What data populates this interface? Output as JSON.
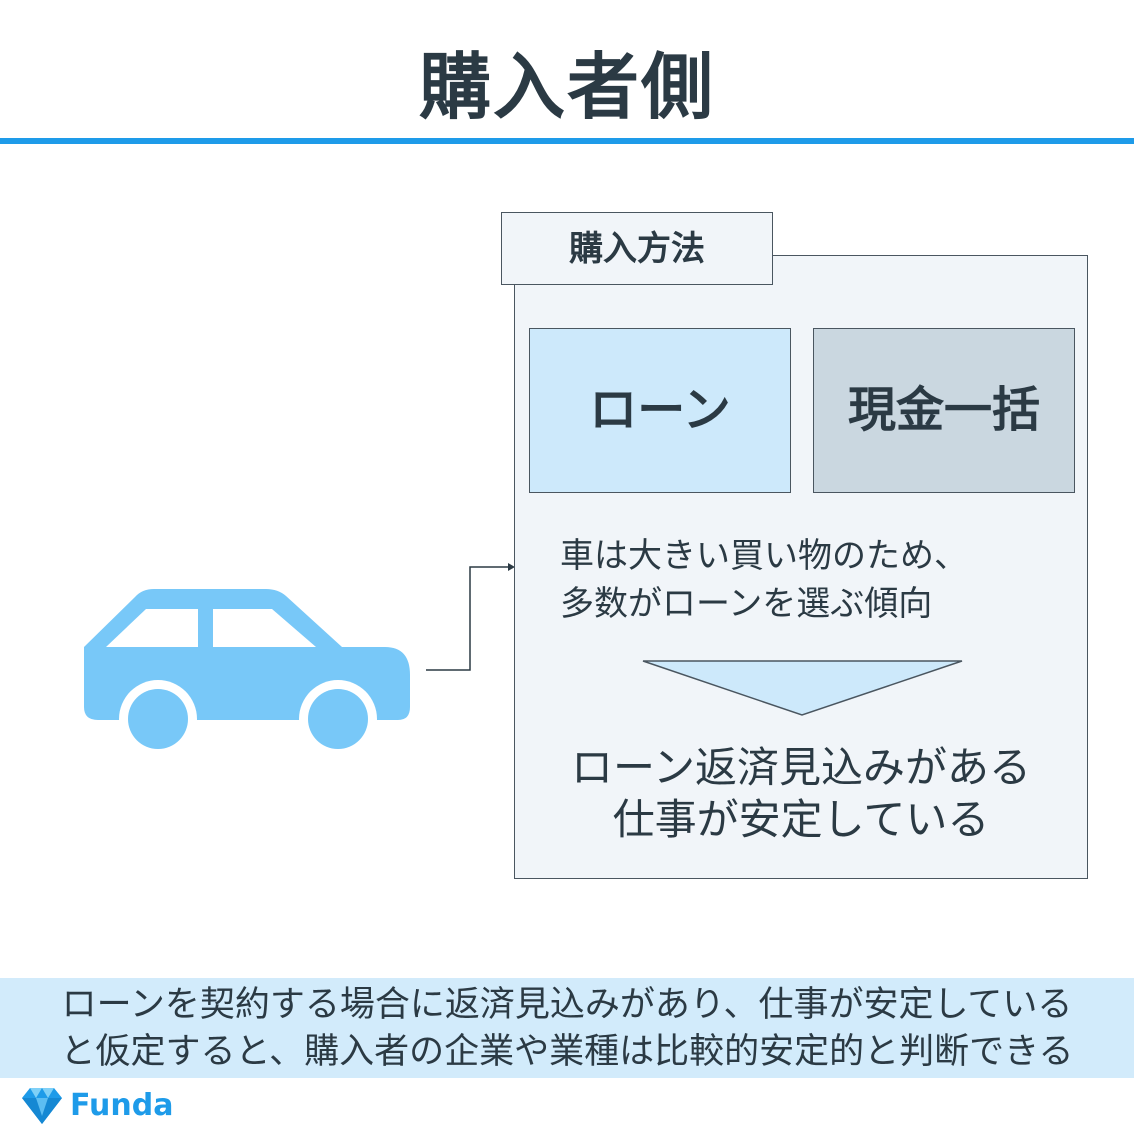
{
  "title": "購入者側",
  "panel": {
    "tab_label": "購入方法",
    "options": [
      {
        "label": "ローン"
      },
      {
        "label": "現金一括"
      }
    ],
    "note_lines": [
      "車は大きい買い物のため、",
      "多数がローンを選ぶ傾向"
    ],
    "result_lines": [
      "ローン返済見込みがある",
      "仕事が安定している"
    ]
  },
  "footer": {
    "lines": [
      "ローンを契約する場合に返済見込みがあり、仕事が安定している",
      "と仮定すると、購入者の企業や業種は比較的安定的と判断できる"
    ]
  },
  "logo": {
    "text": "Funda"
  },
  "icons": {
    "car": "car-icon",
    "logo_mark": "gem-icon"
  },
  "colors": {
    "accent": "#1e9be9",
    "car": "#78c8f8",
    "loan_fill": "#cde9fb",
    "cash_fill": "#cad7e0",
    "panel_fill": "#f1f5f9",
    "footer_fill": "#d2ebfb",
    "text": "#2b3a44"
  }
}
